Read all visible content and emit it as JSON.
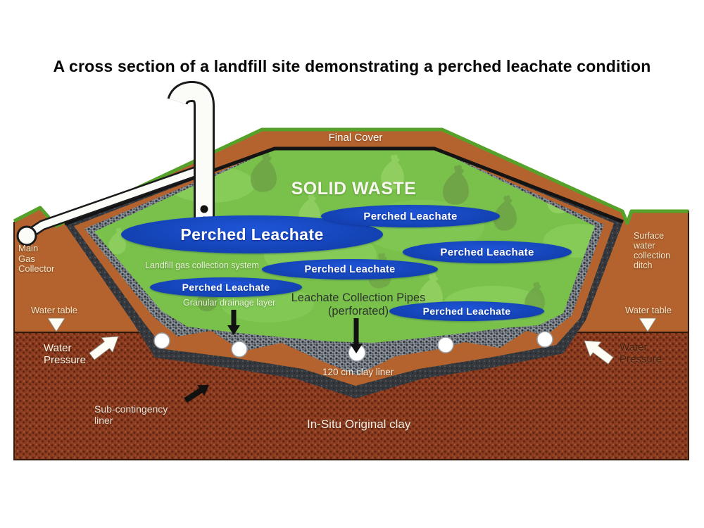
{
  "title": "A cross section of a landfill site demonstrating a perched leachate condition",
  "labels": {
    "final_cover": "Final Cover",
    "solid_waste": "SOLID WASTE",
    "main_gas_collector": "Main\nGas\nCollector",
    "surface_water_ditch": "Surface\nwater\ncollection\nditch",
    "water_table_left": "Water table",
    "water_table_right": "Water table",
    "water_pressure_left": "Water\nPressure",
    "water_pressure_right": "Water\nPressure",
    "landfill_gas_system": "Landfill gas collection system",
    "granular_drainage_layer": "Granular drainage layer",
    "leachate_collection_pipes": "Leachate Collection Pipes\n(perforated)",
    "clay_liner_120": "120 cm clay liner",
    "sub_contingency_liner": "Sub-contingency\nliner",
    "in_situ_clay": "In-Situ Original clay"
  },
  "perched": [
    "Perched Leachate",
    "Perched Leachate",
    "Perched Leachate",
    "Perched Leachate",
    "Perched Leachate",
    "Perched Leachate"
  ],
  "colors": {
    "leachate_blue": "#1747c0",
    "waste_green": "#79c14b",
    "cover_brown": "#b4632e",
    "in_situ_clay_red": "#8a3b20",
    "gravel_gray": "#8d949b",
    "liner_dark": "#383d43",
    "grass_green": "#55a12a"
  }
}
